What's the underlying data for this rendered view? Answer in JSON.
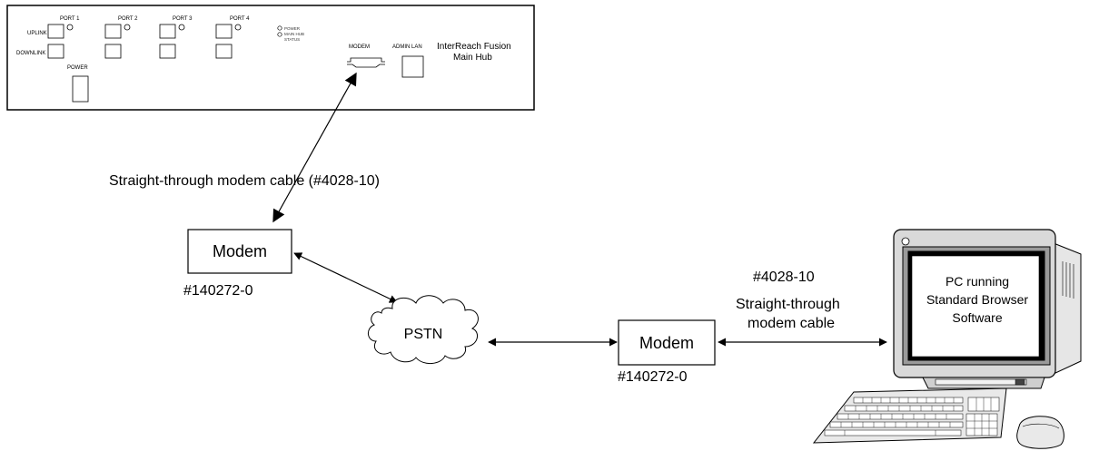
{
  "hub": {
    "ports": [
      "PORT 1",
      "PORT 2",
      "PORT 3",
      "PORT 4"
    ],
    "uplink_label": "UPLINK",
    "downlink_label": "DOWNLINK",
    "power_label": "POWER",
    "status_leds": [
      "POWER",
      "MAIN HUB",
      "STATUS"
    ],
    "modem_port_label": "MODEM",
    "admin_lan_label": "ADMIN LAN",
    "name_line1": "InterReach Fusion",
    "name_line2": "Main Hub"
  },
  "cable_top_label": "Straight-through modem cable (#4028-10)",
  "modem_left": {
    "label": "Modem",
    "part_number": "#140272-0"
  },
  "pstn_label": "PSTN",
  "modem_right": {
    "label": "Modem",
    "part_number": "#140272-0"
  },
  "cable_right": {
    "part_number": "#4028-10",
    "line1": "Straight-through",
    "line2": "modem cable"
  },
  "pc_screen": {
    "line1": "PC running",
    "line2": "Standard Browser",
    "line3": "Software"
  }
}
